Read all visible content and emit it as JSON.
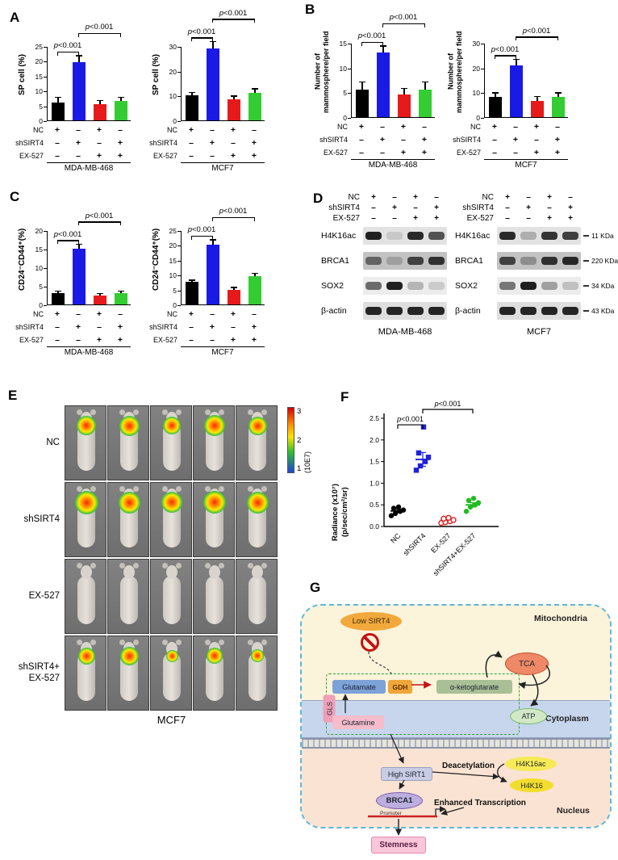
{
  "panel_labels": {
    "A": "A",
    "B": "B",
    "C": "C",
    "D": "D",
    "E": "E",
    "F": "F",
    "G": "G"
  },
  "treatments": {
    "labels": [
      "NC",
      "shSIRT4",
      "EX-527"
    ],
    "signs": [
      [
        "+",
        "–",
        "+",
        "–"
      ],
      [
        "–",
        "+",
        "–",
        "+"
      ],
      [
        "–",
        "–",
        "+",
        "+"
      ]
    ]
  },
  "bar_colors": [
    "#000000",
    "#1a1ae6",
    "#e61a1a",
    "#33cc33"
  ],
  "chart_data": [
    {
      "id": "A1",
      "type": "bar",
      "ylabel": "SP cell (%)",
      "categories": [
        "NC",
        "shSIRT4",
        "EX-527",
        "shSIRT4+EX-527"
      ],
      "values": [
        6,
        19.5,
        5.5,
        6.5
      ],
      "errors": [
        1.5,
        2,
        1,
        1
      ],
      "yticks": [
        0,
        5,
        10,
        15,
        20,
        25
      ],
      "ylim": [
        0,
        25
      ],
      "sig_inner": "p<0.001",
      "sig_outer": "p<0.001",
      "cell_line": "MDA-MB-468"
    },
    {
      "id": "A2",
      "type": "bar",
      "ylabel": "SP cell (%)",
      "categories": [
        "NC",
        "shSIRT4",
        "EX-527",
        "shSIRT4+EX-527"
      ],
      "values": [
        10,
        29,
        8.5,
        11
      ],
      "errors": [
        1,
        2.5,
        1,
        1.5
      ],
      "yticks": [
        0,
        10,
        20,
        30
      ],
      "ylim": [
        0,
        30
      ],
      "sig_inner": "p<0.001",
      "sig_outer": "p<0.001",
      "cell_line": "MCF7"
    },
    {
      "id": "B1",
      "type": "bar",
      "ylabel": "Number of\nmammosphere/per field",
      "categories": [
        "NC",
        "shSIRT4",
        "EX-527",
        "shSIRT4+EX-527"
      ],
      "values": [
        5.5,
        13,
        4.5,
        5.5
      ],
      "errors": [
        1.5,
        1.2,
        1.2,
        1.5
      ],
      "yticks": [
        0,
        5,
        10,
        15
      ],
      "ylim": [
        0,
        15
      ],
      "sig_inner": "p<0.001",
      "sig_outer": "p<0.001",
      "cell_line": "MDA-MB-468"
    },
    {
      "id": "B2",
      "type": "bar",
      "ylabel": "Number of\nmammosphere/per field",
      "categories": [
        "NC",
        "shSIRT4",
        "EX-527",
        "shSIRT4+EX-527"
      ],
      "values": [
        8,
        21,
        6.5,
        8
      ],
      "errors": [
        1.5,
        2,
        1.5,
        1.5
      ],
      "yticks": [
        0,
        10,
        20,
        30
      ],
      "ylim": [
        0,
        30
      ],
      "sig_inner": "p<0.001",
      "sig_outer": "p<0.001",
      "cell_line": "MCF7"
    },
    {
      "id": "C1",
      "type": "bar",
      "ylabel": "CD24⁻CD44⁺(%)",
      "categories": [
        "NC",
        "shSIRT4",
        "EX-527",
        "shSIRT4+EX-527"
      ],
      "values": [
        3,
        15,
        2.5,
        3
      ],
      "errors": [
        0.4,
        1,
        0.3,
        0.4
      ],
      "yticks": [
        0,
        5,
        10,
        15,
        20
      ],
      "ylim": [
        0,
        20
      ],
      "sig_inner": "p<0.001",
      "sig_outer": "p<0.001",
      "cell_line": "MDA-MB-468"
    },
    {
      "id": "C2",
      "type": "bar",
      "ylabel": "CD24⁻CD44⁺(%)",
      "categories": [
        "NC",
        "shSIRT4",
        "EX-527",
        "shSIRT4+EX-527"
      ],
      "values": [
        7.5,
        20,
        5,
        9.5
      ],
      "errors": [
        0.5,
        1.5,
        0.5,
        0.7
      ],
      "yticks": [
        0,
        5,
        10,
        15,
        20,
        25
      ],
      "ylim": [
        0,
        25
      ],
      "sig_inner": "p<0.001",
      "sig_outer": "p<0.001",
      "cell_line": "MCF7"
    },
    {
      "id": "F",
      "type": "scatter",
      "ylabel": [
        "Radiance (x10⁷)",
        "(p/sec/cm²/sr)"
      ],
      "yticks": [
        0,
        0.5,
        1,
        1.5,
        2,
        2.5
      ],
      "ylim": [
        0,
        2.5
      ],
      "groups": [
        {
          "name": "NC",
          "color": "#000000",
          "marker": "circle",
          "values": [
            0.25,
            0.3,
            0.35,
            0.38,
            0.42,
            0.45
          ],
          "mean": 0.36,
          "sem": 0.04
        },
        {
          "name": "shSIRT4",
          "color": "#2020dd",
          "marker": "square",
          "values": [
            1.3,
            1.4,
            1.5,
            1.6,
            1.7,
            2.3
          ],
          "mean": 1.55,
          "sem": 0.16
        },
        {
          "name": "EX-527",
          "color": "#dd2020",
          "marker": "open-circle",
          "values": [
            0.08,
            0.1,
            0.12,
            0.15,
            0.18,
            0.2
          ],
          "mean": 0.14,
          "sem": 0.02
        },
        {
          "name": "shSIRT4+EX-527",
          "color": "#22bb22",
          "marker": "circle",
          "values": [
            0.35,
            0.45,
            0.5,
            0.55,
            0.6,
            0.65
          ],
          "mean": 0.5,
          "sem": 0.05
        }
      ],
      "sig_inner": "p<0.001",
      "sig_outer": "p<0.001"
    }
  ],
  "western": {
    "proteins": [
      "H4K16ac",
      "BRCA1",
      "SOX2",
      "β-actin"
    ],
    "mw_labels": [
      "11 KDa",
      "220 KDa",
      "34 KDa",
      "43 KDa"
    ],
    "blot_bg": [
      "#e2e2e2",
      "#c2c2c2",
      "#ececec",
      "#dedede"
    ],
    "groups": [
      {
        "cell_line": "MDA-MB-468",
        "bands": [
          [
            0.95,
            0.12,
            0.9,
            0.7
          ],
          [
            0.55,
            0.2,
            0.75,
            0.85
          ],
          [
            0.6,
            0.95,
            0.25,
            0.15
          ],
          [
            0.92,
            0.92,
            0.92,
            0.92
          ]
        ]
      },
      {
        "cell_line": "MCF7",
        "bands": [
          [
            0.9,
            0.25,
            0.85,
            0.8
          ],
          [
            0.75,
            0.3,
            0.85,
            0.9
          ],
          [
            0.55,
            0.95,
            0.35,
            0.2
          ],
          [
            0.92,
            0.92,
            0.92,
            0.92
          ]
        ]
      }
    ]
  },
  "mouse_panel": {
    "rows": [
      {
        "label_lines": [
          "NC"
        ],
        "signals": [
          0.7,
          0.75,
          0.6,
          0.8,
          0.65
        ]
      },
      {
        "label_lines": [
          "shSIRT4"
        ],
        "signals": [
          0.95,
          0.85,
          0.8,
          0.9,
          0.85
        ]
      },
      {
        "label_lines": [
          "EX-527"
        ],
        "signals": [
          0,
          0,
          0,
          0,
          0
        ]
      },
      {
        "label_lines": [
          "shSIRT4+",
          "EX-527"
        ],
        "signals": [
          0.55,
          0.65,
          0.25,
          0.5,
          0.3
        ]
      }
    ],
    "scale_ticks": [
      "3",
      "2",
      "1"
    ],
    "scale_unit": "(10E7)",
    "cell_line": "MCF7"
  },
  "pathway": {
    "regions": {
      "mitochondria": "Mitochondria",
      "cytoplasm": "Cytoplasm",
      "nucleus": "Nucleus"
    },
    "nodes": {
      "low_sirt4": "Low SIRT4",
      "glutamate": "Glutamate",
      "gdh": "GDH",
      "akg": "α-ketoglutarate",
      "tca": "TCA",
      "atp": "ATP",
      "gls": "GLS",
      "glutamine": "Glutamine",
      "high_sirt1": "High SIRT1",
      "deacetylation": "Deacetylation",
      "h4k16ac": "H4K16ac",
      "h4k16": "H4K16",
      "brca1": "BRCA1",
      "enhanced_transcription": "Enhanced Transcription",
      "promoter": "Promoter",
      "stemness": "Stemness"
    }
  }
}
